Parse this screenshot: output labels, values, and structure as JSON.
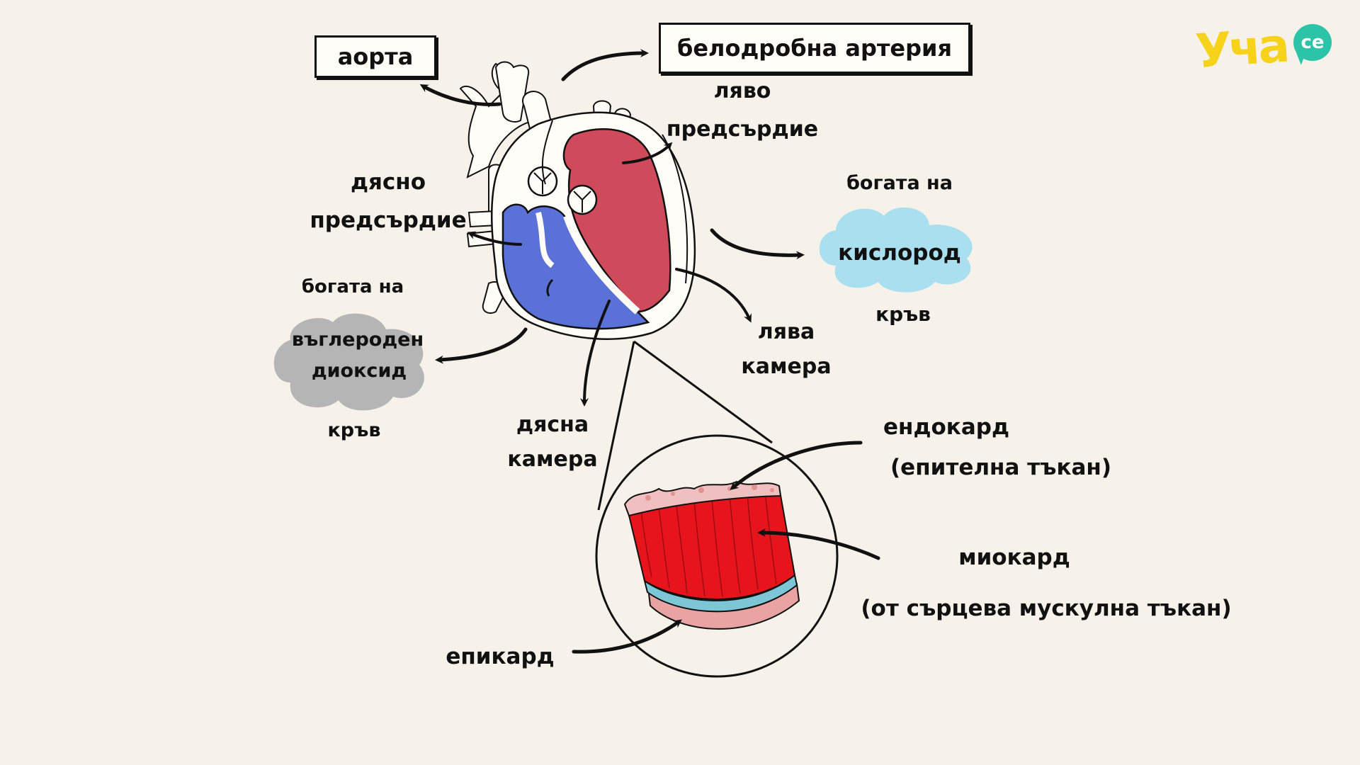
{
  "labels": {
    "aorta": "аорта",
    "pulmonary_artery": "белодробна артерия",
    "left_atrium_1": "ляво",
    "left_atrium_2": "предсърдие",
    "right_atrium_1": "дясно",
    "right_atrium_2": "предсърдие",
    "rich_in_left": "богата на",
    "co2_1": "въглероден",
    "co2_2": "диоксид",
    "blood_left": "кръв",
    "rich_in_right": "богата на",
    "oxygen": "кислород",
    "blood_right": "кръв",
    "left_ventricle_1": "лява",
    "left_ventricle_2": "камера",
    "right_ventricle_1": "дясна",
    "right_ventricle_2": "камера",
    "endocard_1": "ендокард",
    "endocard_2": "(епителна тъкан)",
    "myocard_1": "миокард",
    "myocard_2": "(от сърцева мускулна тъкан)",
    "epicard": "епикард"
  },
  "logo": {
    "text": "Уча",
    "bubble": "се"
  },
  "colors": {
    "background": "#f6f2ea",
    "oxygen_cloud": "#a9dfee",
    "co2_cloud": "#b5b5b5",
    "left_heart": "#cf4a5a",
    "right_heart": "#5a72d8",
    "myocard_tissue": "#e8141c",
    "epicard_layer": "#7cc6d6",
    "logo_yellow": "#f6d21a",
    "logo_green": "#2bc4a8"
  }
}
